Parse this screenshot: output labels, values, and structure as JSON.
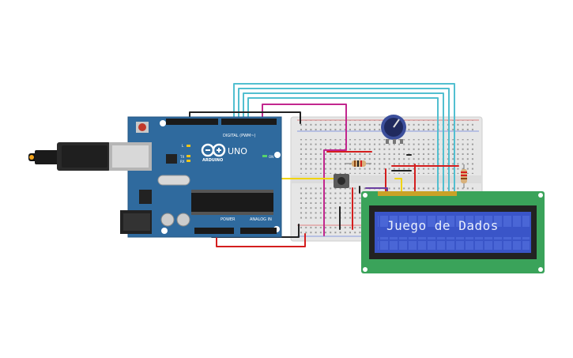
{
  "arduino": {
    "brand": "ARDUINO",
    "model": "UNO",
    "digital_label": "DIGITAL (PWM~)",
    "power_label": "POWER",
    "analog_label": "ANALOG IN",
    "on_label": "ON",
    "tx_label": "TX",
    "rx_label": "RX",
    "l_label": "L"
  },
  "lcd": {
    "line1": "Juego de Dados",
    "line2": ""
  },
  "colors": {
    "board": "#2f6a9e",
    "lcd_pcb": "#3aa35a",
    "lcd_screen": "#3a55c8",
    "wire_cyan": "#52bfd0",
    "wire_magenta": "#c2278e",
    "wire_red": "#d41e1e",
    "wire_black": "#222222",
    "wire_yellow": "#f1d400",
    "wire_purple": "#6b3fa0"
  }
}
